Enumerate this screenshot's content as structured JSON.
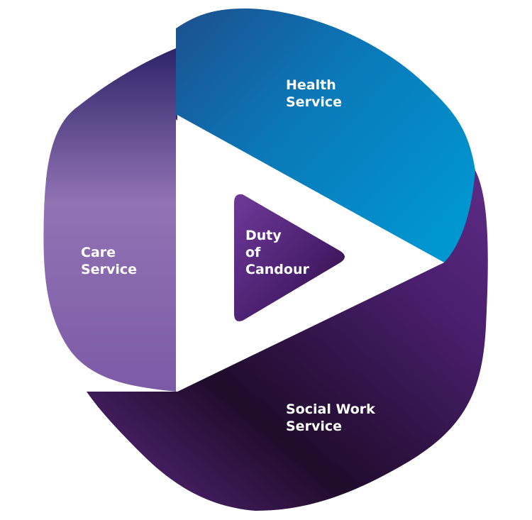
{
  "labels": {
    "health": [
      "Health",
      "Service"
    ],
    "care": [
      "Care",
      "Service"
    ],
    "social": [
      "Social Work",
      "Service"
    ],
    "center": [
      "Duty",
      "of",
      "Candour"
    ]
  },
  "colors": {
    "health_light": "#0097d1",
    "health_dark": "#1d4f8e",
    "care_light": "#9173b4",
    "care_dark": "#2e2468",
    "social_light": "#5d2a83",
    "social_dark": "#1f0b2a",
    "center_light": "#6f3a98",
    "center_dark": "#2a0f3e",
    "text": "#ffffff",
    "background": "#ffffff"
  }
}
